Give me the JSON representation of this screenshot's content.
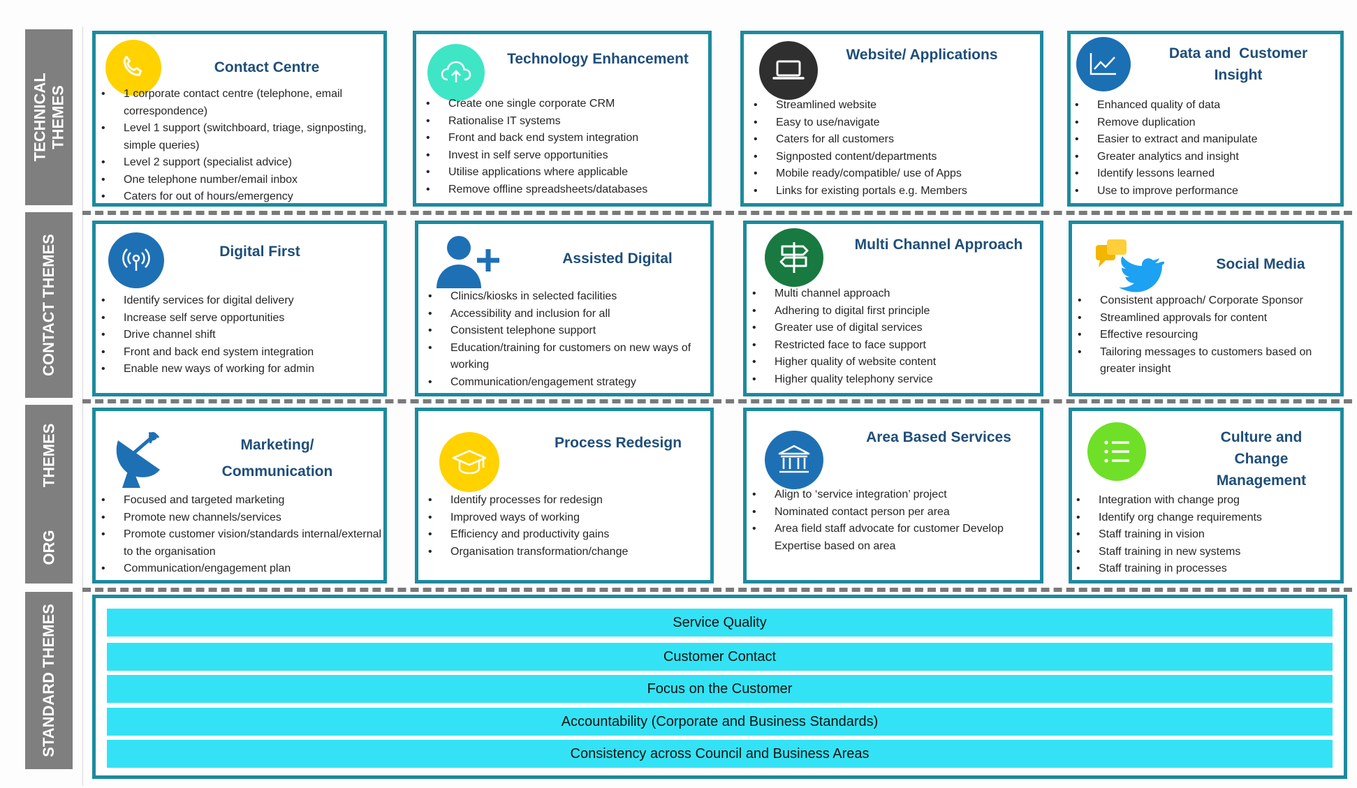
{
  "side_labels": {
    "technical": "TECHNICAL THEMES",
    "contact": "CONTACT THEMES",
    "org": "ORG          THEMES",
    "standard": "STANDARD THEMES"
  },
  "colors": {
    "card_border": "#1d8a9e",
    "title": "#1f4e79",
    "standard_bar": "#33e3f5",
    "side_label_bg": "#7f7f7f"
  },
  "cards": {
    "contact_centre": {
      "title": "Contact Centre",
      "icon": "phone-icon",
      "items": [
        "1 corporate contact centre (telephone, email correspondence)",
        "Level 1 support (switchboard, triage, signposting, simple queries)",
        "Level 2 support (specialist advice)",
        "One telephone number/email inbox",
        "Caters for out of hours/emergency"
      ]
    },
    "technology_enhancement": {
      "title": "Technology Enhancement",
      "icon": "cloud-upload-icon",
      "items": [
        "Create one single corporate CRM",
        "Rationalise IT systems",
        "Front and back end system integration",
        "Invest in self serve opportunities",
        "Utilise applications where applicable",
        "Remove offline spreadsheets/databases"
      ]
    },
    "website_applications": {
      "title": "Website/ Applications",
      "icon": "laptop-icon",
      "items": [
        "Streamlined website",
        "Easy to use/navigate",
        "Caters for all customers",
        "Signposted content/departments",
        "Mobile ready/compatible/ use of Apps",
        "Links for existing portals e.g. Members"
      ]
    },
    "data_customer_insight": {
      "title_line1": "Data and  Customer",
      "title_line2": "Insight",
      "icon": "line-chart-icon",
      "items": [
        "Enhanced quality of data",
        "Remove duplication",
        "Easier to extract and manipulate",
        "Greater analytics and insight",
        "Identify lessons learned",
        "Use to improve performance"
      ]
    },
    "digital_first": {
      "title": "Digital First",
      "icon": "broadcast-icon",
      "items": [
        "Identify services for digital delivery",
        "Increase self serve opportunities",
        "Drive channel shift",
        "Front and back end system integration",
        "Enable new ways of working for admin"
      ]
    },
    "assisted_digital": {
      "title": "Assisted Digital",
      "icon": "add-user-icon",
      "items": [
        "Clinics/kiosks in selected facilities",
        "Accessibility and inclusion for all",
        "Consistent telephone support",
        "Education/training for customers on new ways of working",
        "Communication/engagement strategy"
      ]
    },
    "multi_channel": {
      "title": "Multi  Channel Approach",
      "icon": "signpost-icon",
      "items": [
        "Multi channel approach",
        "Adhering to digital first principle",
        "Greater use of digital services",
        "Restricted face to face support",
        "Higher quality of website content",
        "Higher quality telephony service"
      ]
    },
    "social_media": {
      "title": "Social Media",
      "icon": "social-media-icon",
      "items": [
        "Consistent approach/ Corporate Sponsor",
        "Streamlined approvals for content",
        "Effective resourcing",
        "Tailoring messages to customers based on greater insight"
      ]
    },
    "marketing": {
      "title_line1": "Marketing/",
      "title_line2": "Communication",
      "icon": "satellite-dish-icon",
      "items": [
        "Focused and targeted marketing",
        "Promote new channels/services",
        "Promote customer vision/standards internal/external to the organisation",
        "Communication/engagement plan"
      ]
    },
    "process_redesign": {
      "title": "Process Redesign",
      "icon": "graduation-cap-icon",
      "items": [
        "Identify processes for redesign",
        "Improved ways of working",
        "Efficiency and productivity gains",
        "Organisation transformation/change"
      ]
    },
    "area_based": {
      "title": "Area Based Services",
      "icon": "bank-icon",
      "items": [
        "Align to ‘service integration’ project",
        "Nominated contact person per area",
        "Area field staff advocate for customer Develop Expertise based on area"
      ]
    },
    "culture_change": {
      "title_line1": "Culture and",
      "title_line2": "Change",
      "title_line3": "Management",
      "icon": "list-icon",
      "items": [
        "Integration with change prog",
        "Identify org change requirements",
        "Staff training in vision",
        "Staff training in new systems",
        "Staff training in processes"
      ]
    }
  },
  "standard_themes": [
    "Service Quality",
    "Customer Contact",
    "Focus on the Customer",
    "Accountability (Corporate and Business Standards)",
    "Consistency across Council and Business Areas"
  ]
}
